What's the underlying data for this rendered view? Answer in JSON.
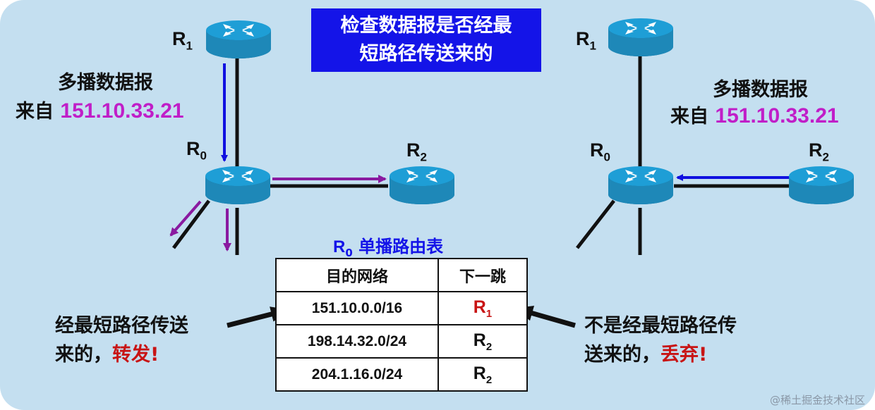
{
  "title": "检查数据报是否经最短路径传送来的",
  "title_line1": "检查数据报是否经最",
  "title_line2": "短路径传送来的",
  "left": {
    "r1": "R",
    "r1_sub": "1",
    "r0": "R",
    "r0_sub": "0",
    "r2": "R",
    "r2_sub": "2",
    "datagram_line1": "多播数据报",
    "from_label": "来自",
    "source_ip": "151.10.33.21",
    "note_line1": "经最短路径传送",
    "note_line2_prefix": "来的，",
    "note_action": "转发!"
  },
  "right": {
    "r1": "R",
    "r1_sub": "1",
    "r0": "R",
    "r0_sub": "0",
    "r2": "R",
    "r2_sub": "2",
    "datagram_line1": "多播数据报",
    "from_label": "来自",
    "source_ip": "151.10.33.21",
    "note_line1": "不是经最短路径传",
    "note_line2_prefix": "送来的，",
    "note_action": "丢弃!"
  },
  "table": {
    "caption_r": "R",
    "caption_sub": "0",
    "caption_text": "单播路由表",
    "headers": [
      "目的网络",
      "下一跳"
    ],
    "rows": [
      {
        "network": "151.10.0.0/16",
        "hop": "R",
        "hop_sub": "1"
      },
      {
        "network": "198.14.32.0/24",
        "hop": "R",
        "hop_sub": "2"
      },
      {
        "network": "204.1.16.0/24",
        "hop": "R",
        "hop_sub": "2"
      }
    ]
  },
  "watermark": "@稀土掘金技术社区",
  "colors": {
    "background": "#c4dff0",
    "title_bg": "#1414e8",
    "source_ip": "#c01ec8",
    "action": "#c81414",
    "hop_r1": "#c81414",
    "blue_arrow": "#1010e0",
    "purple_arrow": "#8a1aa0",
    "router": "#1e9ed6"
  },
  "icons": [
    "router-icon"
  ]
}
